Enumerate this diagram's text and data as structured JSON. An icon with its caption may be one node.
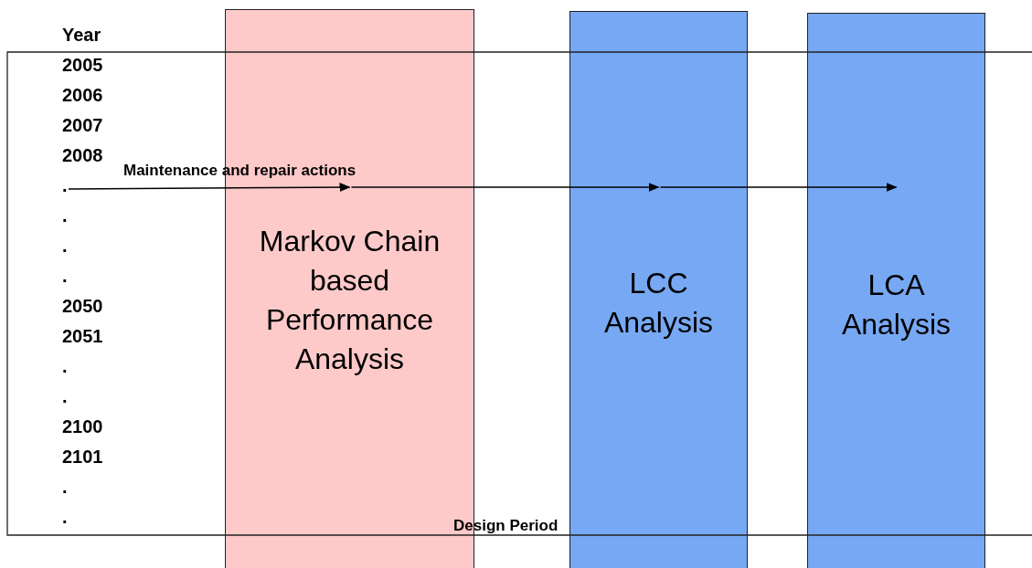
{
  "diagram": {
    "nodes": [
      {
        "text": [
          "Markov Chain based Performance Analysis"
        ]
      },
      {
        "text": [
          "LCC Analysis"
        ]
      },
      {
        "text": [
          "LCA Analysis"
        ]
      },
      {
        "text": [
          "."
        ]
      }
    ],
    "edges": [
      {
        "from": 3,
        "to": 0,
        "arrow": "to",
        "label": "Maintenance and repair actions"
      },
      {
        "from": 0,
        "to": 1,
        "arrow": "to"
      },
      {
        "from": 1,
        "to": 2,
        "arrow": "to"
      }
    ],
    "labels": [
      "Year",
      "2005",
      "2006",
      "2007",
      "2008",
      ".",
      ".",
      ".",
      "2050",
      "2051",
      ".",
      ".",
      "2100",
      "2101",
      ".",
      ".",
      "Design Period"
    ]
  }
}
